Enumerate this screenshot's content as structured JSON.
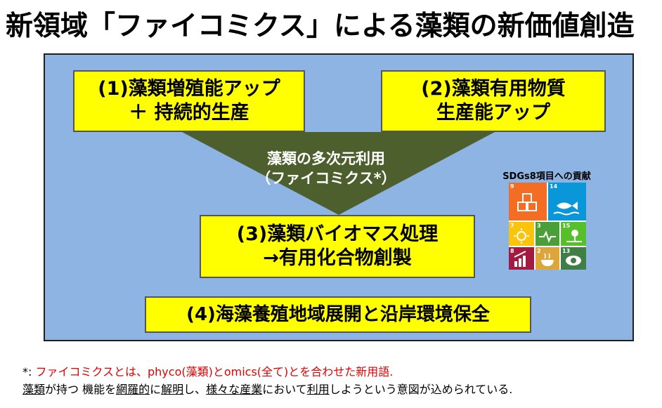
{
  "title": "新領域「ファイコミクス」による藻類の新価値創造",
  "boxes": {
    "b1": {
      "line1": "(1)藻類増殖能アップ",
      "line2": "＋ 持続的生産"
    },
    "b2": {
      "line1": "(2)藻類有用物質",
      "line2": "生産能アップ"
    },
    "b3": {
      "line1": "(3)藻類バイオマス処理",
      "line2": "→有用化合物創製"
    },
    "b4": {
      "line1": "(4)海藻養殖地域展開と沿岸環境保全"
    }
  },
  "center": {
    "line1": "藻類の多次元利用",
    "line2": "（ファイコミクス*）"
  },
  "sdgs": {
    "title": "SDGs8項目への貢献",
    "tiles": [
      {
        "num": "9",
        "color": "#f36d25"
      },
      {
        "num": "14",
        "color": "#0a97d9"
      },
      {
        "num": "7",
        "color": "#fcc30b"
      },
      {
        "num": "3",
        "color": "#4c9f38"
      },
      {
        "num": "15",
        "color": "#56c02b"
      },
      {
        "num": "8",
        "color": "#a21942"
      },
      {
        "num": "2",
        "color": "#dda63a"
      },
      {
        "num": "13",
        "color": "#3f7e44"
      }
    ]
  },
  "footnote": {
    "star": "*:",
    "line1": "ファイコミクスとは、phyco(藻類)とomics(全て)とを合わせた新用語.",
    "line2_parts": [
      "藻類",
      "が持つ 機能を",
      "網羅的",
      "に",
      "解明",
      "し、",
      "様々な",
      "産業",
      "において",
      "利用",
      "しようという意図が込められている."
    ]
  },
  "colors": {
    "panel": "#8db4e2",
    "triangle": "#4e5f2e",
    "box": "#ffff00",
    "note": "#e00000"
  }
}
